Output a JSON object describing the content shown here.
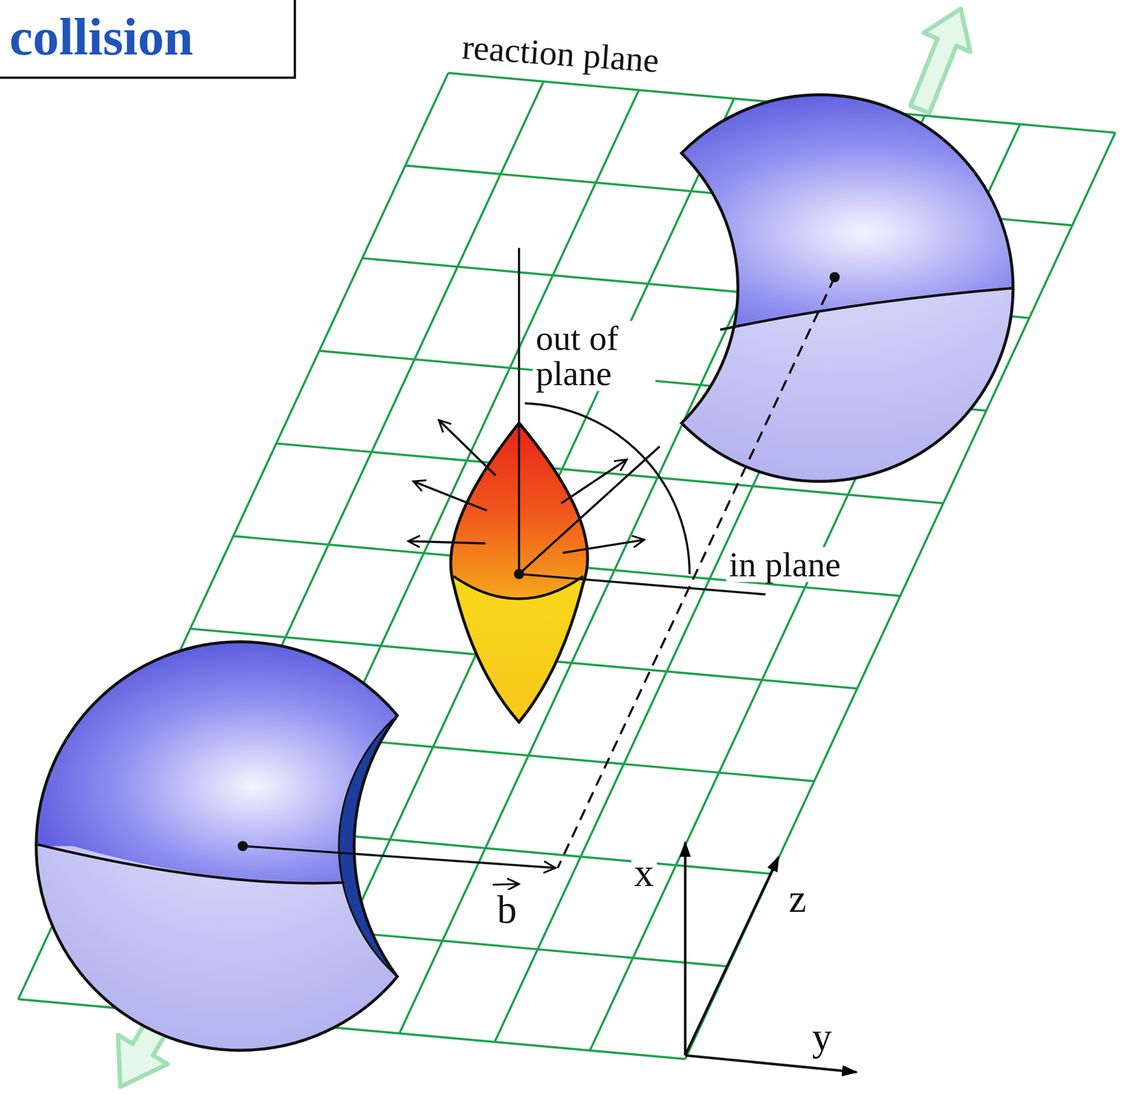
{
  "diagram": {
    "title": "collision",
    "labels": [
      "reaction plane",
      "out of plane",
      "in plane",
      "b",
      "x",
      "z",
      "y"
    ]
  }
}
